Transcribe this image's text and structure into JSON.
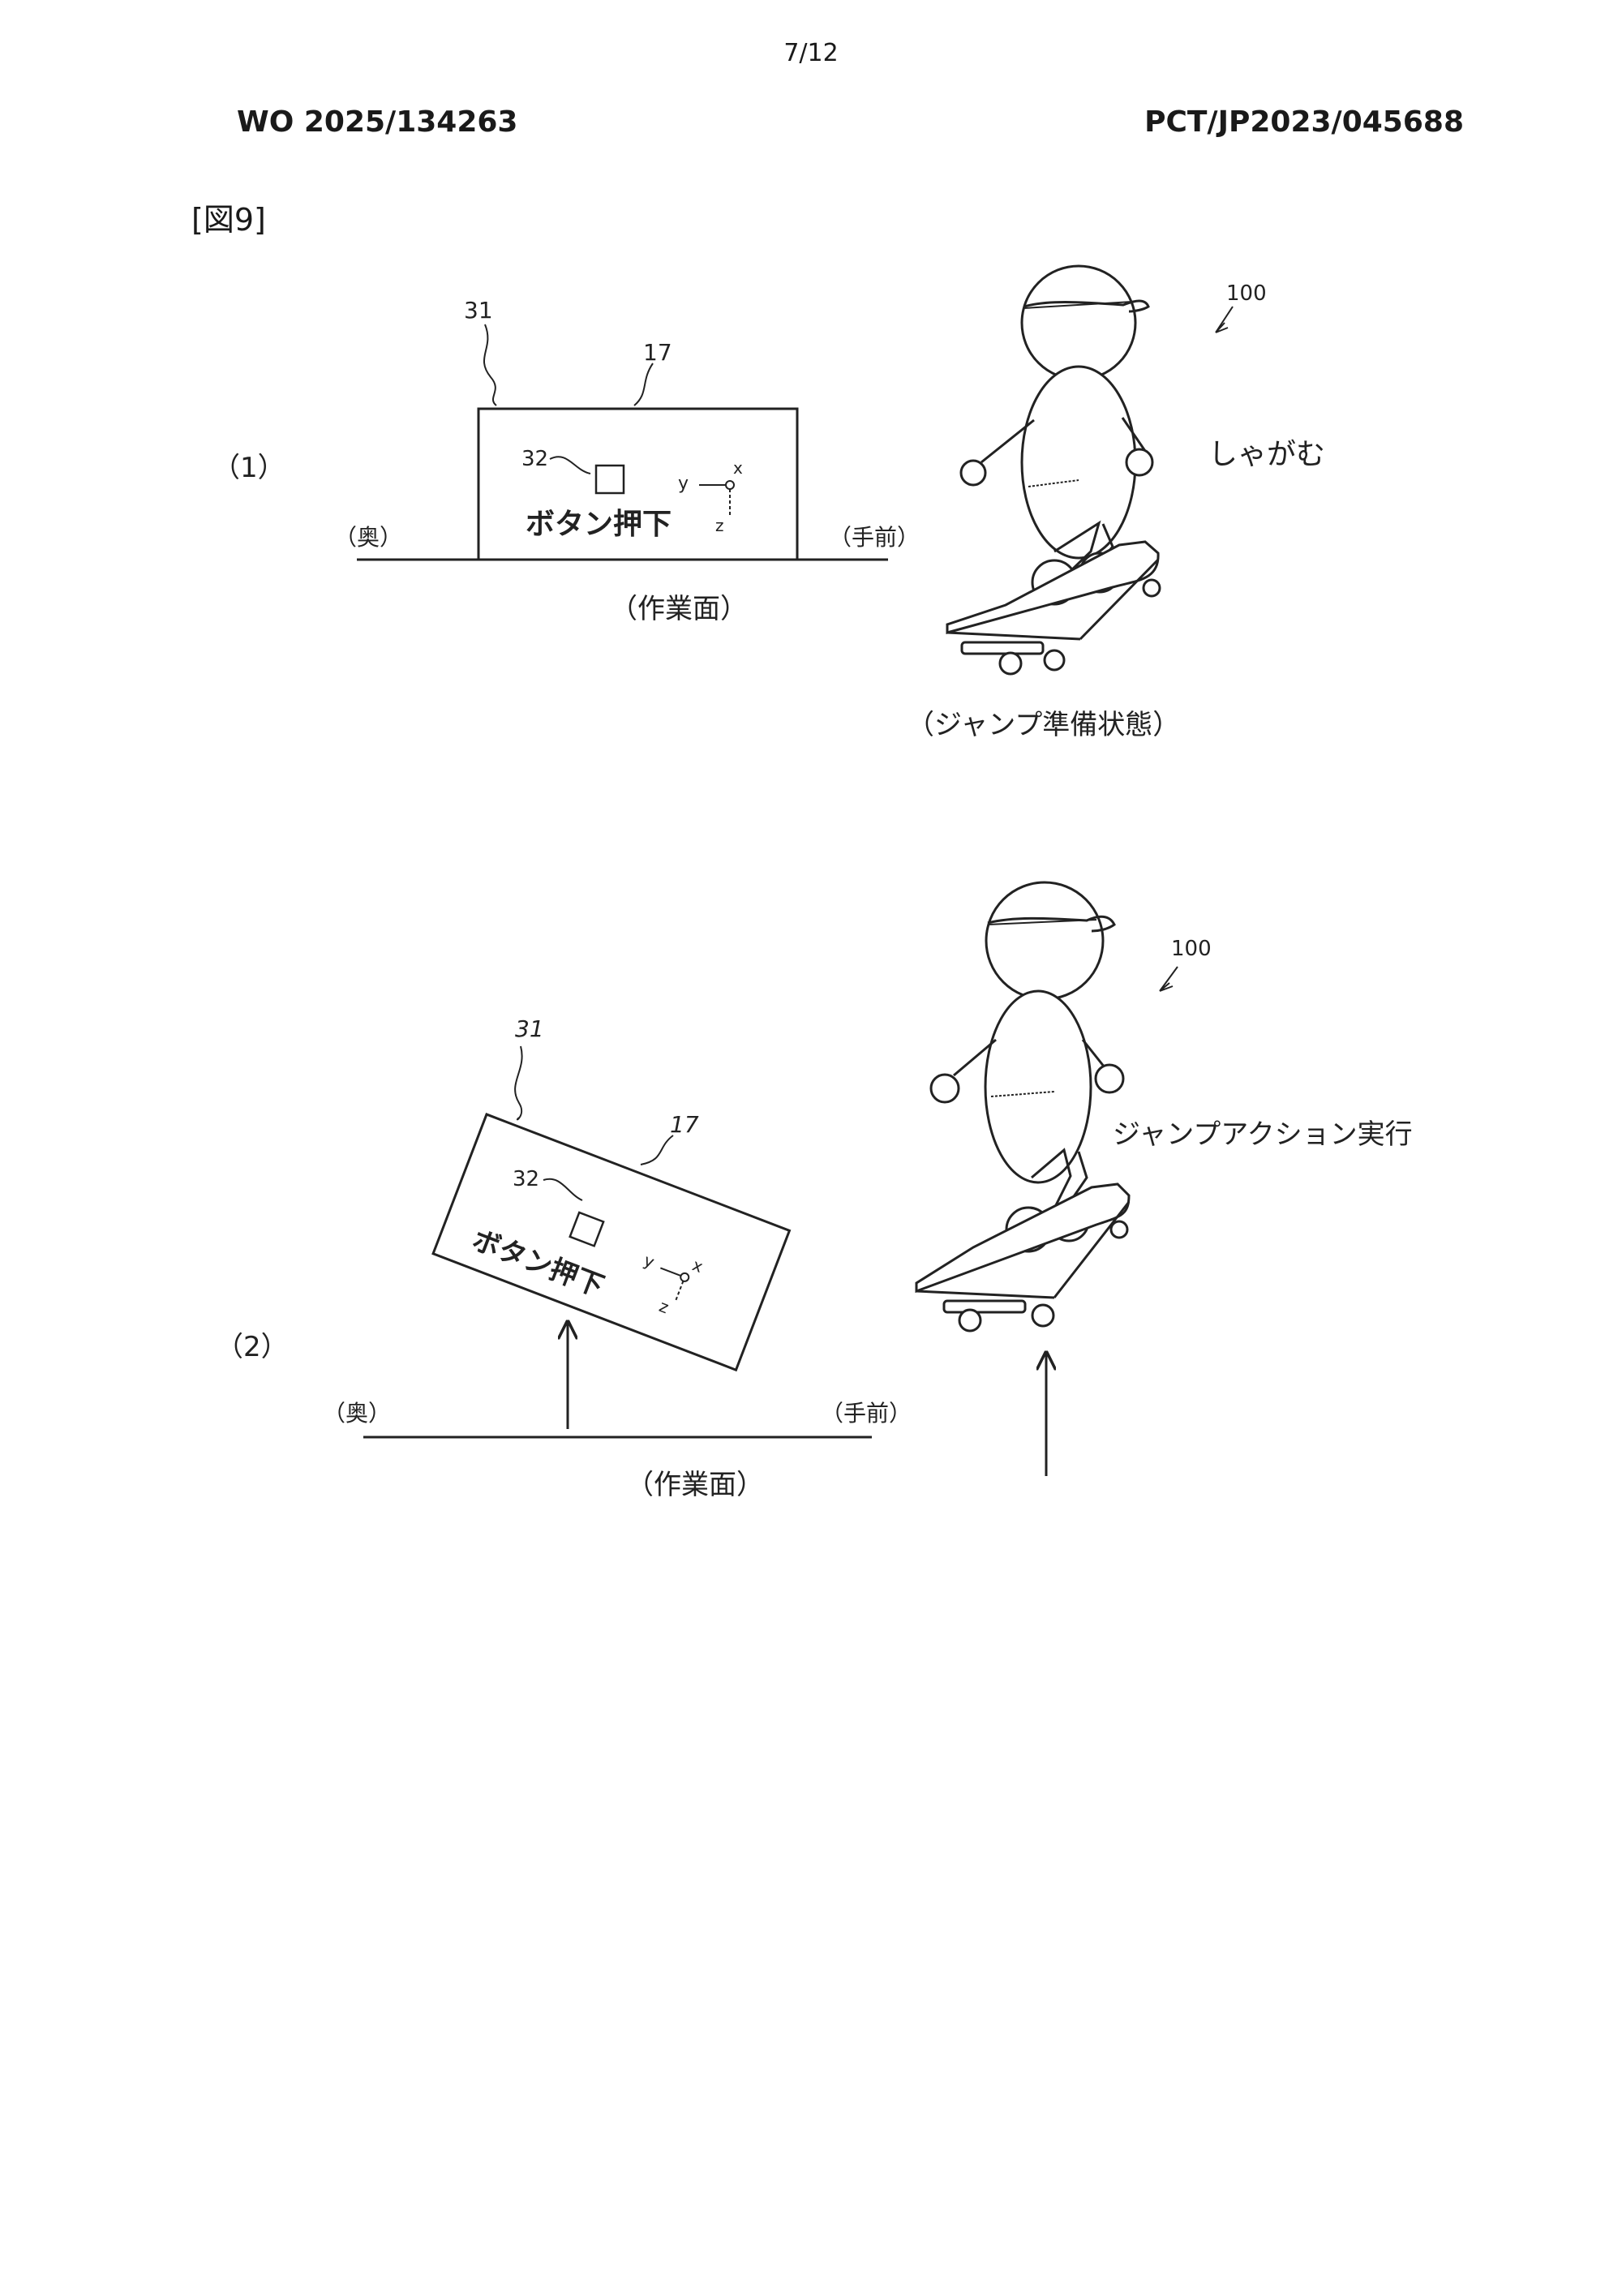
{
  "header": {
    "page_number": "7/12",
    "publication_number": "WO 2025/134263",
    "application_number": "PCT/JP2023/045688"
  },
  "figure": {
    "label": "[図9]",
    "panel1": {
      "index": "（1）",
      "ref_controller": "31",
      "ref_surface": "17",
      "ref_button": "32",
      "button_text": "ボタン押下",
      "axis_x": "x",
      "axis_y": "y",
      "axis_z": "z",
      "left_side": "（奥）",
      "right_side": "（手前）",
      "surface_caption": "（作業面）",
      "ref_character": "100",
      "action_text": "しゃがむ",
      "state_caption": "（ジャンプ準備状態）"
    },
    "panel2": {
      "index": "（2）",
      "ref_controller": "31",
      "ref_surface": "17",
      "ref_button": "32",
      "button_text": "ボタン押下",
      "axis_x": "x",
      "axis_y": "y",
      "axis_z": "z",
      "left_side": "（奥）",
      "right_side": "（手前）",
      "surface_caption": "（作業面）",
      "ref_character": "100",
      "action_text": "ジャンプアクション実行"
    }
  }
}
